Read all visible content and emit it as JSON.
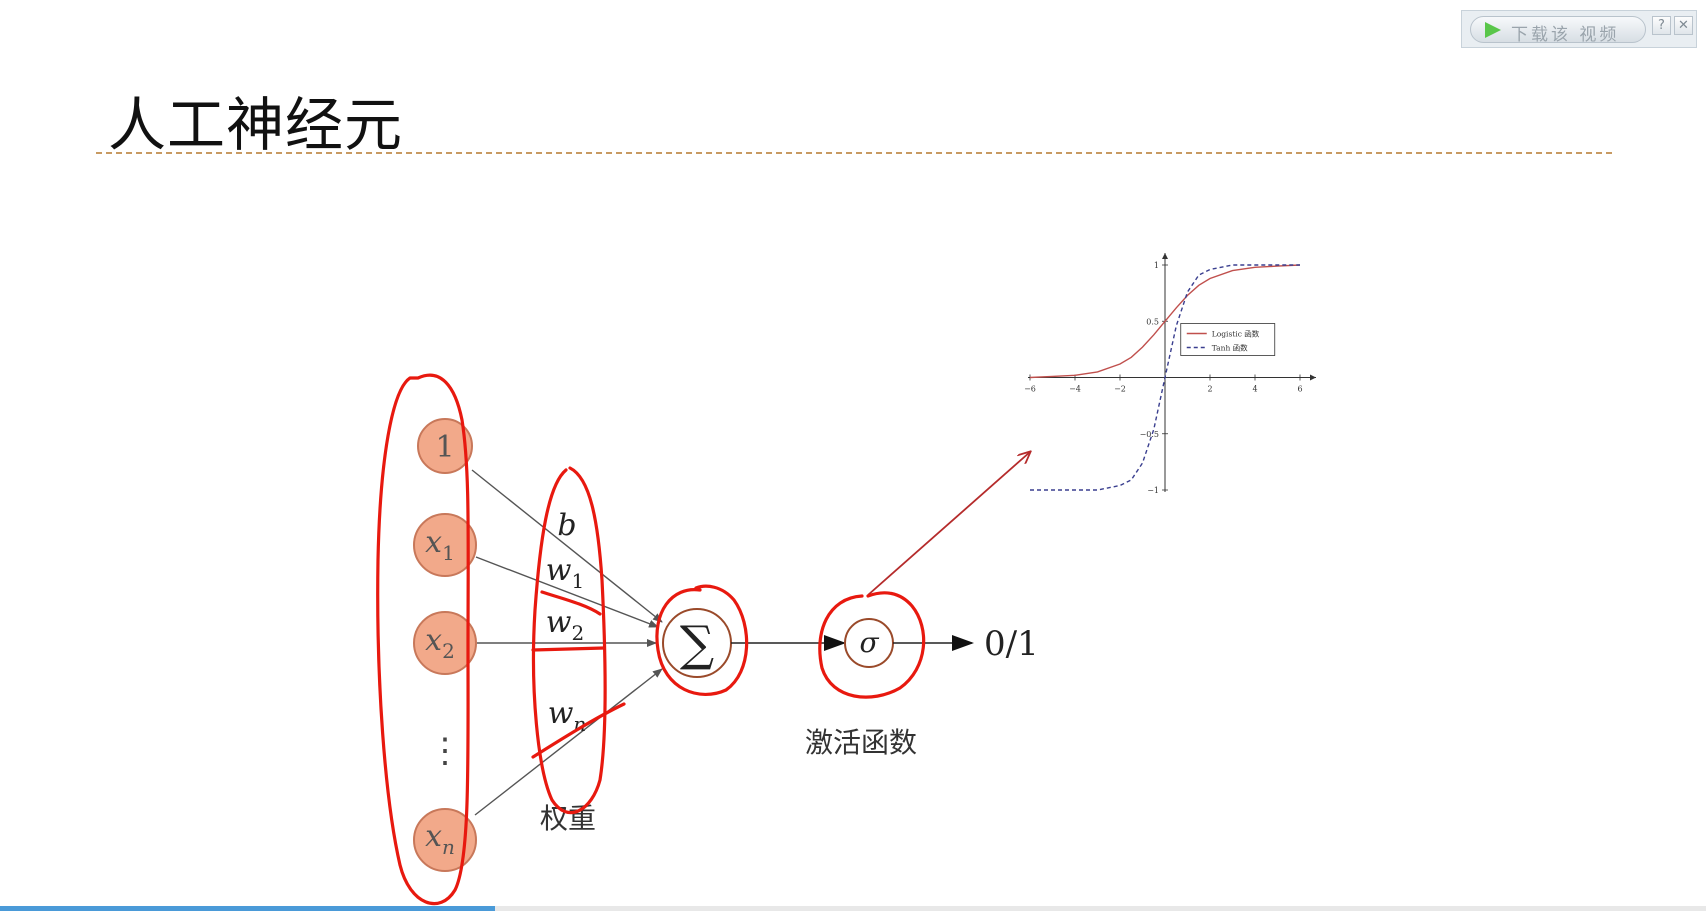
{
  "slide": {
    "title": "人工神经元"
  },
  "download_widget": {
    "label": "下载该 视频",
    "help_symbol": "?",
    "close_symbol": "✕"
  },
  "neuron": {
    "inputs": [
      "1",
      "x",
      "x",
      "⋮",
      "x"
    ],
    "input_subscripts": [
      "",
      "1",
      "2",
      "",
      "n"
    ],
    "weights": [
      "b",
      "w",
      "w",
      "w"
    ],
    "weight_subscripts": [
      "",
      "1",
      "2",
      "n"
    ],
    "weights_caption": "权重",
    "sum_symbol": "∑",
    "activation_symbol": "σ",
    "activation_caption": "激活函数",
    "output_label": "0/1"
  },
  "chart_data": {
    "type": "line",
    "title": "",
    "xlabel": "",
    "ylabel": "",
    "xlim": [
      -6,
      6
    ],
    "ylim": [
      -1,
      1
    ],
    "x_ticks": [
      "−6",
      "−4",
      "−2",
      "2",
      "4",
      "6"
    ],
    "y_ticks": [
      "1",
      "0.5",
      "−0.5",
      "−1"
    ],
    "legend_position": "right",
    "x": [
      -6,
      -5,
      -4,
      -3,
      -2,
      -1.5,
      -1,
      -0.5,
      0,
      0.5,
      1,
      1.5,
      2,
      3,
      4,
      5,
      6
    ],
    "series": [
      {
        "name": "Logistic 函数",
        "color": "#c0504d",
        "dash": "solid",
        "values": [
          0.0,
          0.01,
          0.02,
          0.05,
          0.12,
          0.18,
          0.27,
          0.38,
          0.5,
          0.62,
          0.73,
          0.82,
          0.88,
          0.95,
          0.98,
          0.99,
          1.0
        ]
      },
      {
        "name": "Tanh 函数",
        "color": "#3a3f8f",
        "dash": "dashed",
        "values": [
          -1.0,
          -1.0,
          -1.0,
          -1.0,
          -0.96,
          -0.91,
          -0.76,
          -0.46,
          0.0,
          0.46,
          0.76,
          0.91,
          0.96,
          1.0,
          1.0,
          1.0,
          1.0
        ]
      }
    ]
  },
  "player": {
    "progress": 0.29
  },
  "colors": {
    "node_fill": "#f2a98a",
    "node_stroke": "#c8785a",
    "annotation": "#e8190f",
    "rule": "#c89a62"
  }
}
